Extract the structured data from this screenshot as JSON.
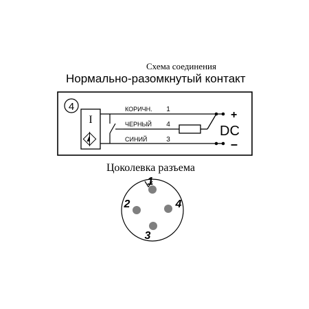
{
  "scheme": {
    "caption": "Схема соединения",
    "title": "Нормально-разомкнутый контакт",
    "index": "4",
    "sensor_letter": "I",
    "wires": [
      {
        "label": "КОРИЧН.",
        "pin": "1"
      },
      {
        "label": "ЧЕРНЫЙ",
        "pin": "4"
      },
      {
        "label": "СИНИЙ",
        "pin": "3"
      }
    ],
    "supply_label": "DC",
    "plus_sign": "+",
    "minus_sign": "–"
  },
  "connector": {
    "title": "Цоколевка разъема",
    "pins": [
      "1",
      "2",
      "4",
      "3"
    ],
    "pin_color": "#7f7f7f"
  }
}
